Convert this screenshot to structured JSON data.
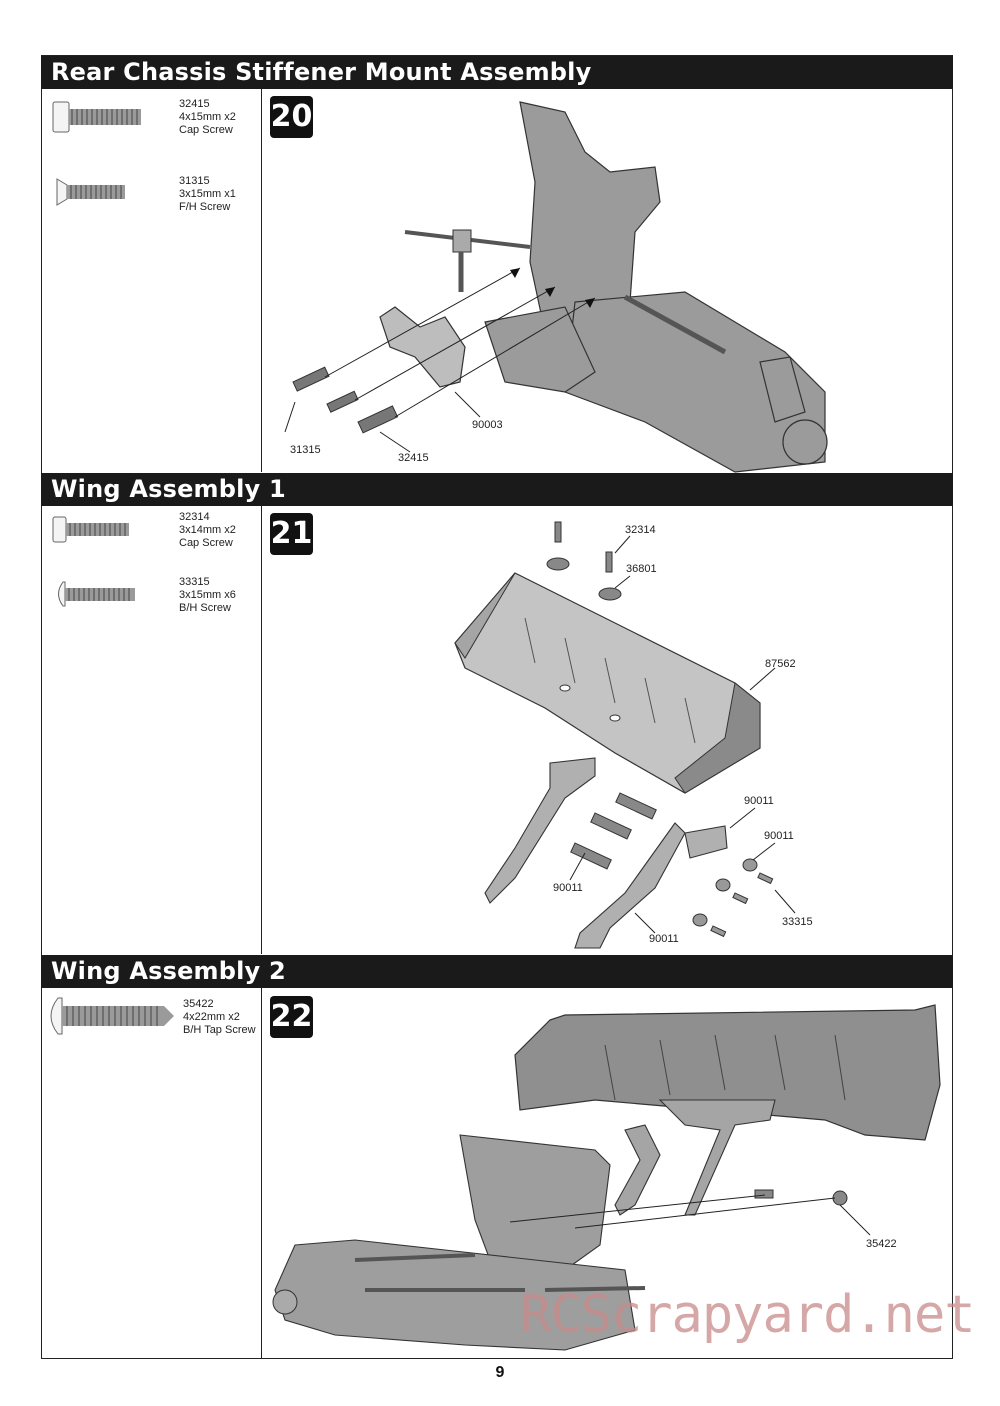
{
  "sections": [
    {
      "title": "Rear Chassis Stiffener Mount Assembly",
      "step": "20",
      "parts": [
        {
          "code": "32415",
          "size": "4x15mm x2",
          "type": "Cap Screw",
          "icon": "cap-screw-icon"
        },
        {
          "code": "31315",
          "size": "3x15mm x1",
          "type": "F/H Screw",
          "icon": "flat-head-screw-icon"
        }
      ],
      "callouts": [
        "31315",
        "32415",
        "90003"
      ]
    },
    {
      "title": "Wing Assembly 1",
      "step": "21",
      "parts": [
        {
          "code": "32314",
          "size": "3x14mm x2",
          "type": "Cap Screw",
          "icon": "cap-screw-icon"
        },
        {
          "code": "33315",
          "size": "3x15mm x6",
          "type": "B/H Screw",
          "icon": "button-head-screw-icon"
        }
      ],
      "callouts": [
        "32314",
        "36801",
        "87562",
        "90011",
        "90011",
        "90011",
        "90011",
        "33315"
      ]
    },
    {
      "title": "Wing Assembly 2",
      "step": "22",
      "parts": [
        {
          "code": "35422",
          "size": "4x22mm x2",
          "type": "B/H Tap Screw",
          "icon": "button-head-tap-screw-icon"
        }
      ],
      "callouts": [
        "35422"
      ]
    }
  ],
  "page_number": "9",
  "watermark": "RCScrapyard.net"
}
